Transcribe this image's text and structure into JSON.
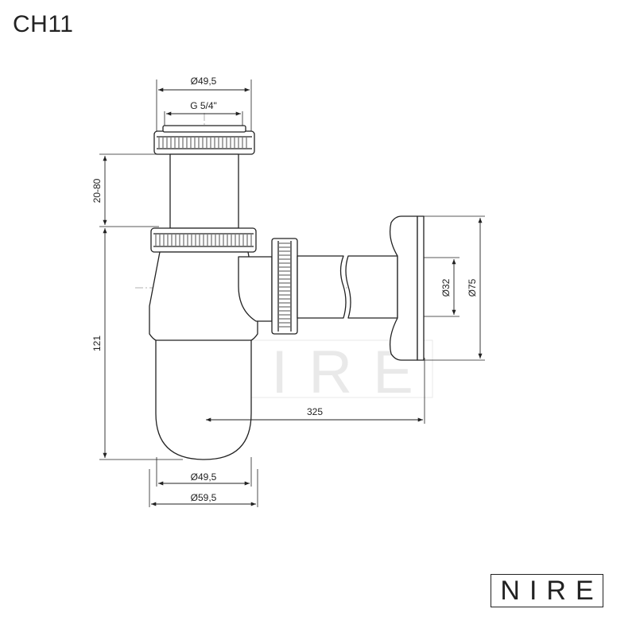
{
  "title": "CH11",
  "dimensions": {
    "top_outer_diameter": "Ø49,5",
    "thread": "G 5/4\"",
    "height_adjust": "20-80",
    "height": "121",
    "length": "325",
    "outlet_diameter": "Ø32",
    "rosette_diameter": "Ø75",
    "bottom_inner_diameter": "Ø49,5",
    "bottom_outer_diameter": "Ø59,5"
  },
  "watermark": "NIRE",
  "logo": "NIRE"
}
